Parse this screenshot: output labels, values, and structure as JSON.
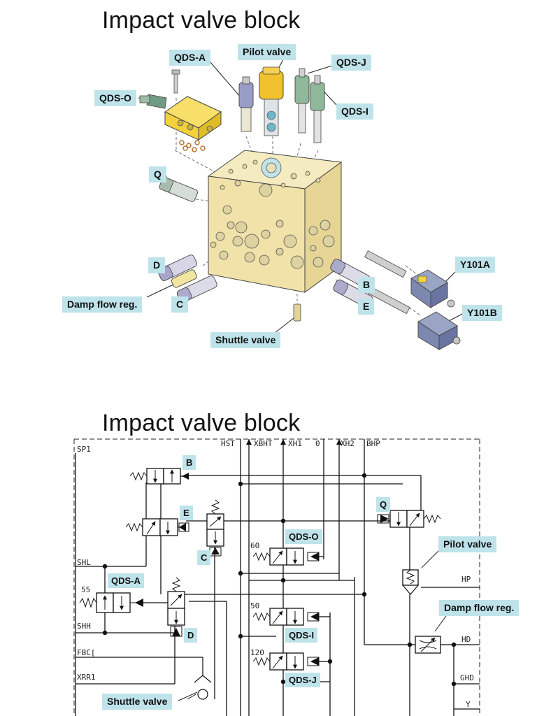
{
  "top": {
    "title": "Impact valve block",
    "labels": {
      "qds_a": "QDS-A",
      "pilot": "Pilot valve",
      "qds_j": "QDS-J",
      "qds_o": "QDS-O",
      "qds_i": "QDS-I",
      "q": "Q",
      "d": "D",
      "damp": "Damp flow reg.",
      "c": "C",
      "b": "B",
      "e": "E",
      "y101a": "Y101A",
      "y101b": "Y101B",
      "shuttle": "Shuttle valve"
    }
  },
  "bottom": {
    "title": "Impact valve block",
    "labels": {
      "b": "B",
      "e": "E",
      "c": "C",
      "q": "Q",
      "qds_o": "QDS-O",
      "pilot": "Pilot valve",
      "qds_a": "QDS-A",
      "d": "D",
      "damp": "Damp flow reg.",
      "qds_i": "QDS-I",
      "qds_j": "QDS-J",
      "shuttle": "Shuttle valve"
    },
    "ports": {
      "sp1": "SP1",
      "shl": "SHL",
      "shh": "SHH",
      "fbc": "FBC[",
      "xrr1": "XRR1",
      "hst": "HST",
      "xbht": "XBHT",
      "xh1": "XH1",
      "zero": "0",
      "xh2": "XH2",
      "bhp": "BHP",
      "hp": "HP",
      "hd": "HD",
      "ghd": "GHD",
      "y": "Y"
    },
    "springs": {
      "s60": "60",
      "s55": "55",
      "s50": "50",
      "s120": "120"
    }
  },
  "colors": {
    "label_bg": "#bfe3ea",
    "block": "#f0e2a8",
    "yellow_valve": "#f2c22e",
    "green_valve": "#8fb89a",
    "purple_valve": "#9a9cc8",
    "solenoid": "#7d88b0"
  }
}
